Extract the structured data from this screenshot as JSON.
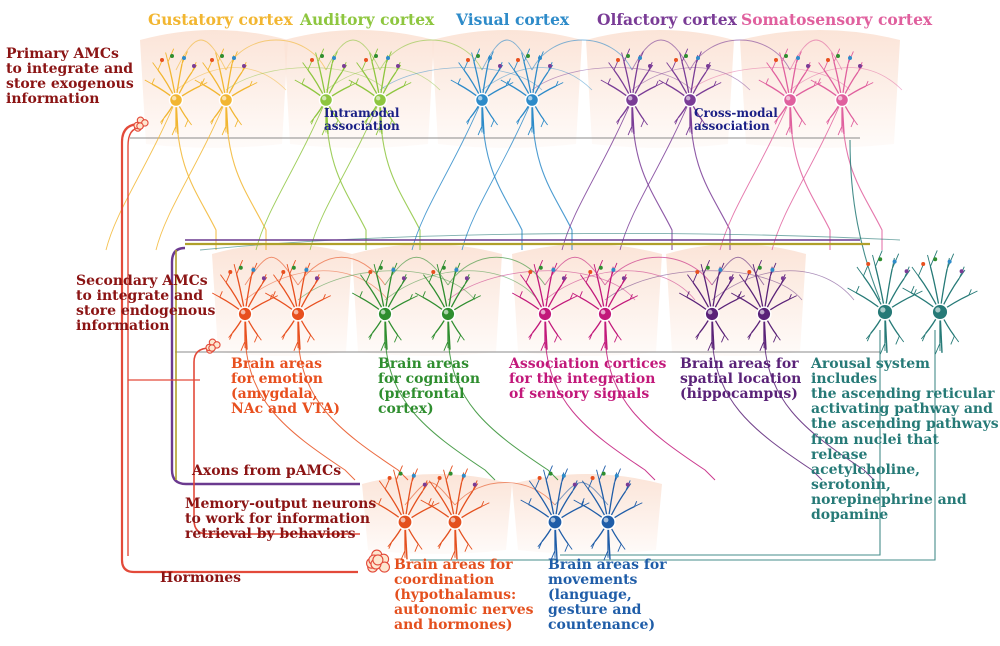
{
  "colors": {
    "gustatory": "#f2b631",
    "auditory": "#8ec63f",
    "visual": "#2e8bc9",
    "olfactory": "#7a3c96",
    "somatosensory": "#e0609e",
    "emotion": "#e8501f",
    "cognition": "#2f8e2f",
    "association": "#c2187a",
    "spatial": "#5a2278",
    "arousal": "#267a77",
    "coordination": "#e4501e",
    "movement": "#1f5da8",
    "dark_red": "#8b1414",
    "navy": "#1a1f86",
    "pathway_red": "#e34a3a",
    "panel": "#fbe3d6"
  },
  "cortices": [
    {
      "label": "Gustatory cortex"
    },
    {
      "label": "Auditory cortex"
    },
    {
      "label": "Visual cortex"
    },
    {
      "label": "Olfactory cortex"
    },
    {
      "label": "Somatosensory cortex"
    }
  ],
  "labels": {
    "primary_amcs": "Primary AMCs\nto integrate and\nstore exogenous\ninformation",
    "intramodal": "Intramodal\nassociation",
    "crossmodal": "Cross-modal\nassociation",
    "secondary_amcs": "Secondary AMCs\nto integrate and\nstore endogenous\ninformation",
    "emotion": "Brain areas\nfor emotion\n(amygdala,\nNAc and VTA)",
    "cognition": "Brain areas\nfor cognition\n(prefrontal\ncortex)",
    "association": "Association cortices\nfor the integration\nof sensory signals",
    "spatial": "Brain areas for\nspatial location\n(hippocampus)",
    "arousal": "Arousal system includes\nthe ascending reticular\nactivating pathway and\nthe ascending pathways\nfrom nuclei that release\nacetylcholine, serotonin,\nnorepinephrine and\ndopamine",
    "axons": "Axons from pAMCs",
    "memory_output": "Memory-output neurons\nto work for information\nretrieval by behaviors",
    "hormones": "Hormones",
    "coordination": "Brain areas for\ncoordination\n(hypothalamus:\nautonomic nerves\nand hormones)",
    "movement": "Brain areas for\nmovements\n(language,\ngesture and\ncountenance)"
  }
}
